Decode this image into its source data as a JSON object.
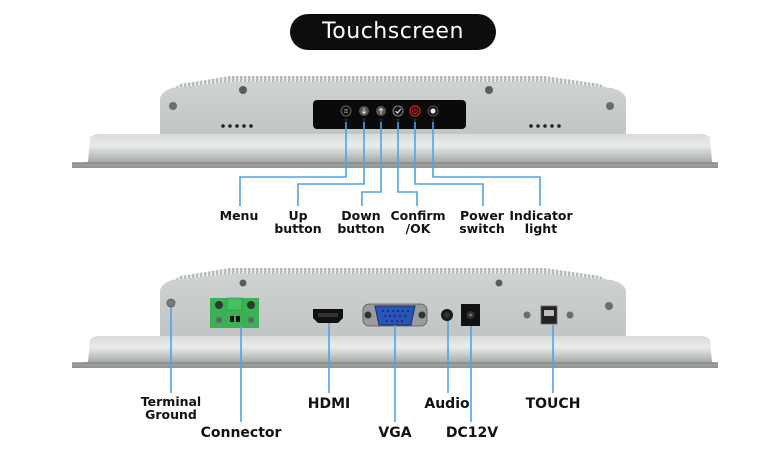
{
  "title": "Touchscreen",
  "top_view": {
    "buttons": [
      {
        "id": "menu",
        "label_line1": "Menu",
        "label_line2": "",
        "icon": "menu-icon"
      },
      {
        "id": "up",
        "label_line1": "Up",
        "label_line2": "button",
        "icon": "arrow-down-icon"
      },
      {
        "id": "down",
        "label_line1": "Down",
        "label_line2": "button",
        "icon": "arrow-up-icon"
      },
      {
        "id": "confirm",
        "label_line1": "Confirm",
        "label_line2": "/OK",
        "icon": "check-icon"
      },
      {
        "id": "power",
        "label_line1": "Power",
        "label_line2": "switch",
        "icon": "power-icon"
      },
      {
        "id": "indicator",
        "label_line1": "Indicator",
        "label_line2": "light",
        "icon": "indicator-light-icon"
      }
    ]
  },
  "bottom_view": {
    "ports": [
      {
        "id": "terminal-ground",
        "label_line1": "Terminal",
        "label_line2": "Ground"
      },
      {
        "id": "connector",
        "label_line1": "Connector",
        "label_line2": ""
      },
      {
        "id": "hdmi",
        "label_line1": "HDMI",
        "label_line2": ""
      },
      {
        "id": "vga",
        "label_line1": "VGA",
        "label_line2": ""
      },
      {
        "id": "audio",
        "label_line1": "Audio",
        "label_line2": ""
      },
      {
        "id": "dc12v",
        "label_line1": "DC12V",
        "label_line2": ""
      },
      {
        "id": "touch",
        "label_line1": "TOUCH",
        "label_line2": ""
      }
    ]
  },
  "colors": {
    "callout_line": "#4da3e8",
    "panel": "#c9cccc",
    "button_strip": "#0a0a0a",
    "connector_green": "#3cb054",
    "vga_blue": "#2a55b8",
    "power_red": "#c8242a"
  }
}
